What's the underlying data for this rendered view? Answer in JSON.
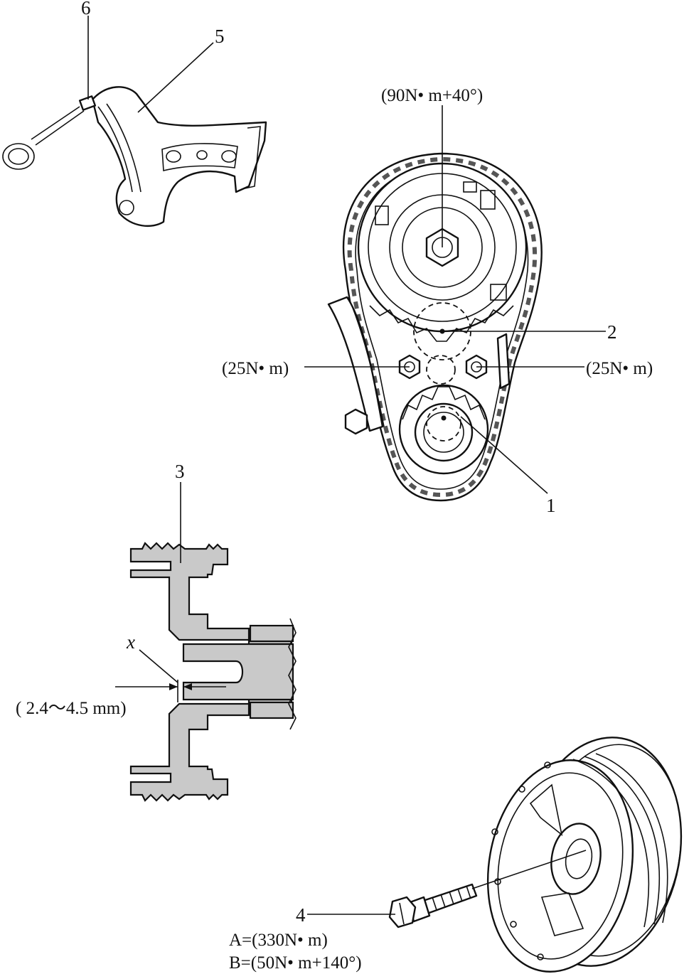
{
  "callouts": {
    "c1": "1",
    "c2": "2",
    "c3": "3",
    "c4": "4",
    "c5": "5",
    "c6": "6"
  },
  "torques": {
    "camshaft_bolt": "(90N• m+40°)",
    "guide_bolt_left": "(25N• m)",
    "guide_bolt_right": "(25N• m)",
    "crank_bolt_a": "A=(330N• m)",
    "crank_bolt_b": "B=(50N• m+140°)"
  },
  "section": {
    "dimension_symbol": "x",
    "dimension_range": "( 2.4～4.5 mm)"
  }
}
